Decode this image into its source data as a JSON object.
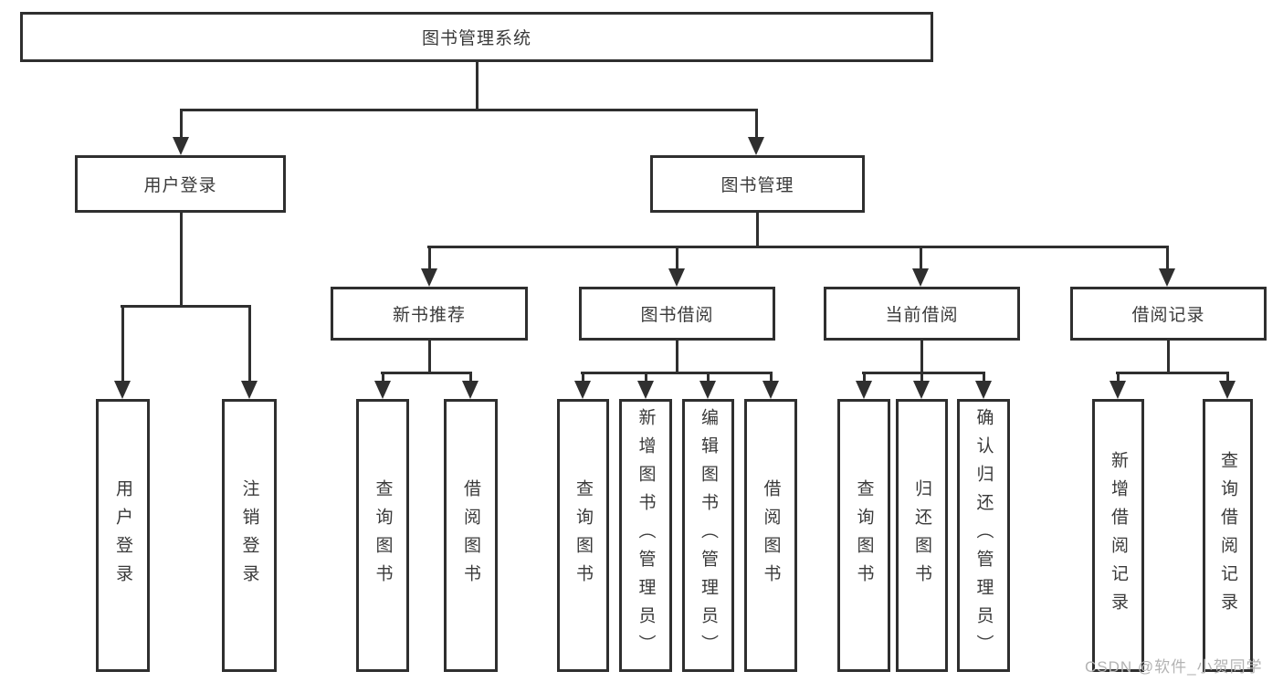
{
  "diagram_title": "图书管理系统",
  "colors": {
    "line": "#2f2f2f",
    "box_border": "#2f2f2f",
    "text": "#3a3a3a",
    "background": "#ffffff",
    "watermark": "#b3b3b3"
  },
  "nodes": {
    "root": "图书管理系统",
    "userLogin": "用户登录",
    "bookMgmt": "图书管理",
    "newBookRec": "新书推荐",
    "bookBorrow": "图书借阅",
    "currentBorrow": "当前借阅",
    "borrowRecords": "借阅记录",
    "leafUserLogin": "用户登录",
    "leafLogout": "注销登录",
    "nbQueryBook": "查询图书",
    "nbBorrowBook": "借阅图书",
    "bbQueryBook": "查询图书",
    "bbAddBook": "新增图书（管理员）",
    "bbEditBook": "编辑图书（管理员）",
    "bbBorrowBook": "借阅图书",
    "cbQueryBook": "查询图书",
    "cbReturnBook": "归还图书",
    "cbConfirmReturn": "确认归还（管理员）",
    "brAddRecord": "新增借阅记录",
    "brQueryRecord": "查询借阅记录"
  },
  "hierarchy": {
    "图书管理系统": {
      "用户登录": [
        "用户登录",
        "注销登录"
      ],
      "图书管理": {
        "新书推荐": [
          "查询图书",
          "借阅图书"
        ],
        "图书借阅": [
          "查询图书",
          "新增图书（管理员）",
          "编辑图书（管理员）",
          "借阅图书"
        ],
        "当前借阅": [
          "查询图书",
          "归还图书",
          "确认归还（管理员）"
        ],
        "借阅记录": [
          "新增借阅记录",
          "查询借阅记录"
        ]
      }
    }
  },
  "watermark": {
    "text": "CSDN @软件_小贺同学"
  }
}
